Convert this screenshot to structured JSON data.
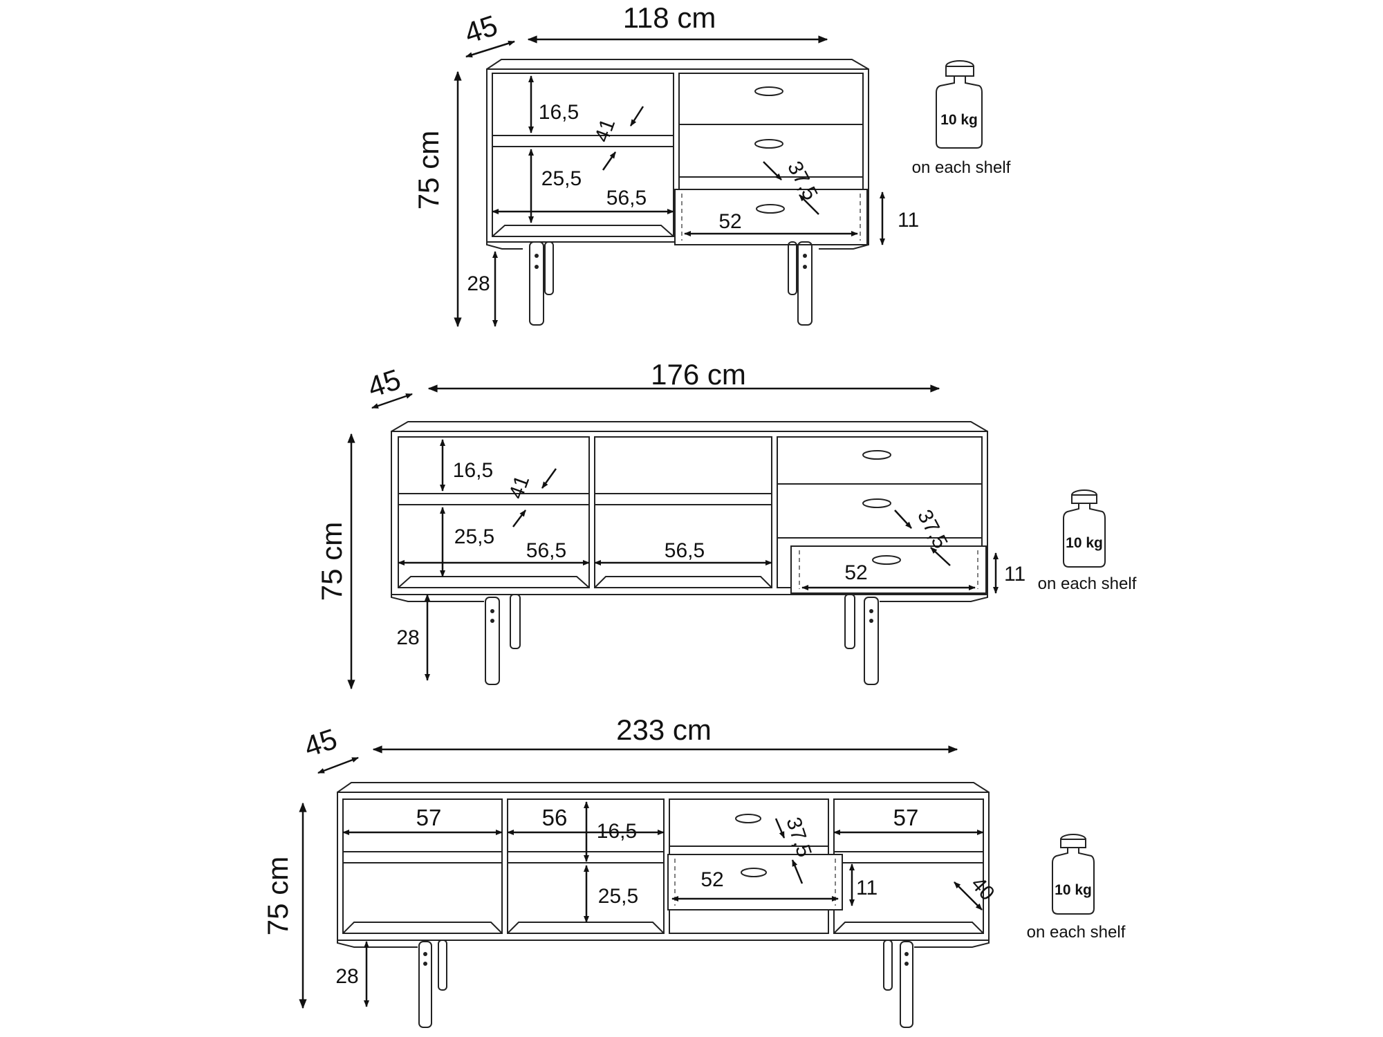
{
  "diagrams": [
    {
      "width": "118 cm",
      "depth": "45",
      "height": "75 cm",
      "legs": "28",
      "shelf_top": "16,5",
      "shelf_bottom": "25,5",
      "inner_depth": "41",
      "compartment_width": "56,5",
      "drawer_depth": "37,5",
      "drawer_width": "52",
      "drawer_height": "11",
      "load": "10 kg",
      "load_note": "on each shelf"
    },
    {
      "width": "176 cm",
      "depth": "45",
      "height": "75 cm",
      "legs": "28",
      "shelf_top": "16,5",
      "shelf_bottom": "25,5",
      "inner_depth": "41",
      "compartment_width_1": "56,5",
      "compartment_width_2": "56,5",
      "drawer_depth": "37,5",
      "drawer_width": "52",
      "drawer_height": "11",
      "load": "10 kg",
      "load_note": "on each shelf"
    },
    {
      "width": "233 cm",
      "depth": "45",
      "height": "75 cm",
      "legs": "28",
      "compartment_1": "57",
      "compartment_2": "56",
      "compartment_4": "57",
      "shelf_top": "16,5",
      "shelf_bottom": "25,5",
      "drawer_depth": "37,5",
      "drawer_width": "52",
      "drawer_height": "11",
      "inner_depth": "40",
      "load": "10 kg",
      "load_note": "on each shelf"
    }
  ]
}
